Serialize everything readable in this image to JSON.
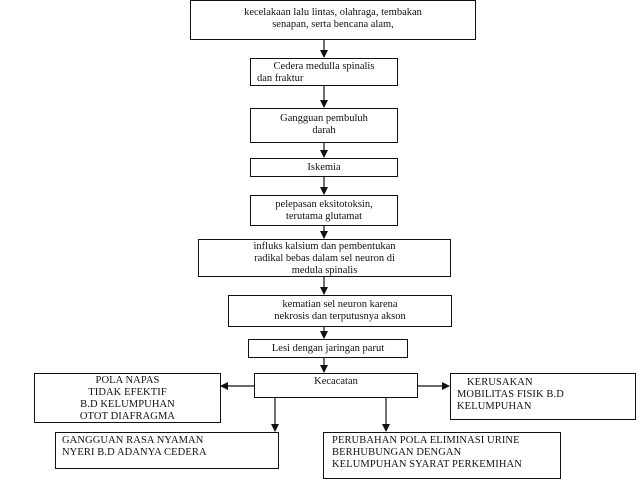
{
  "nodes": {
    "cause": [
      "kecelakaan lalu lintas, olahraga, tembakan",
      "senapan, serta bencana alam,"
    ],
    "injury": [
      "Cedera medulla spinalis",
      "dan fraktur"
    ],
    "vascular": [
      "Gangguan pembuluh",
      "darah"
    ],
    "ischemia": [
      "Iskemia"
    ],
    "excitotoxin": [
      "pelepasan eksitotoksin,",
      "terutama glutamat"
    ],
    "calcium": [
      "influks kalsium dan pembentukan",
      "radikal bebas dalam sel neuron di",
      "medula spinalis"
    ],
    "death": [
      "kematian sel neuron karena",
      "nekrosis dan terputusnya akson"
    ],
    "lesion": [
      "Lesi dengan jaringan parut"
    ],
    "disability": [
      "Kecacatan"
    ],
    "breathing": [
      "POLA NAPAS",
      "TIDAK EFEKTIF",
      "B.D KELUMPUHAN",
      "OTOT DIAFRAGMA"
    ],
    "mobility": [
      "KERUSAKAN",
      "MOBILITAS FISIK B.D",
      "KELUMPUHAN"
    ],
    "comfort": [
      "GANGGUAN RASA NYAMAN",
      "NYERI B.D ADANYA CEDERA"
    ],
    "elimination": [
      "PERUBAHAN POLA ELIMINASI URINE",
      "BERHUBUNGAN DENGAN",
      "KELUMPUHAN SYARAT PERKEMIHAN"
    ]
  },
  "colors": {
    "stroke": "#111111",
    "background": "#ffffff"
  }
}
